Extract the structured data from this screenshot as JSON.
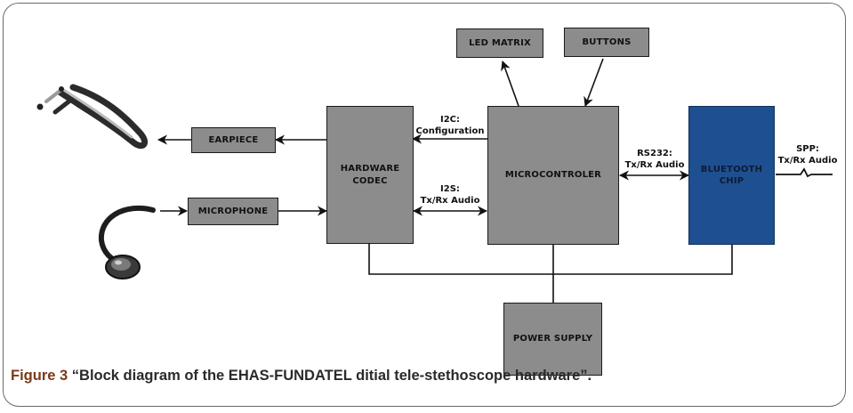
{
  "blocks": {
    "led_matrix": "LED MATRIX",
    "buttons": "BUTTONS",
    "earpiece": "EARPIECE",
    "microphone": "MICROPHONE",
    "hardware_codec": "HARDWARE CODEC",
    "microcontroler": "MICROCONTROLER",
    "bluetooth_chip": "BLUETOOTH CHIP",
    "power_supply": "POWER SUPPLY"
  },
  "links": {
    "i2c_title": "I2C:",
    "i2c_desc": "Configuration",
    "i2s_title": "I2S:",
    "i2s_desc": "Tx/Rx Audio",
    "rs232_title": "RS232:",
    "rs232_desc": "Tx/Rx Audio",
    "spp_title": "SPP:",
    "spp_desc": "Tx/Rx Audio"
  },
  "caption": {
    "label": "Figure 3",
    "text": "“Block diagram of the EHAS-FUNDATEL ditial tele-stethoscope hardware”."
  },
  "colors": {
    "block_gray": "#8c8c8c",
    "bluetooth_blue": "#1e4f91",
    "caption_label": "#7a3a1a"
  }
}
